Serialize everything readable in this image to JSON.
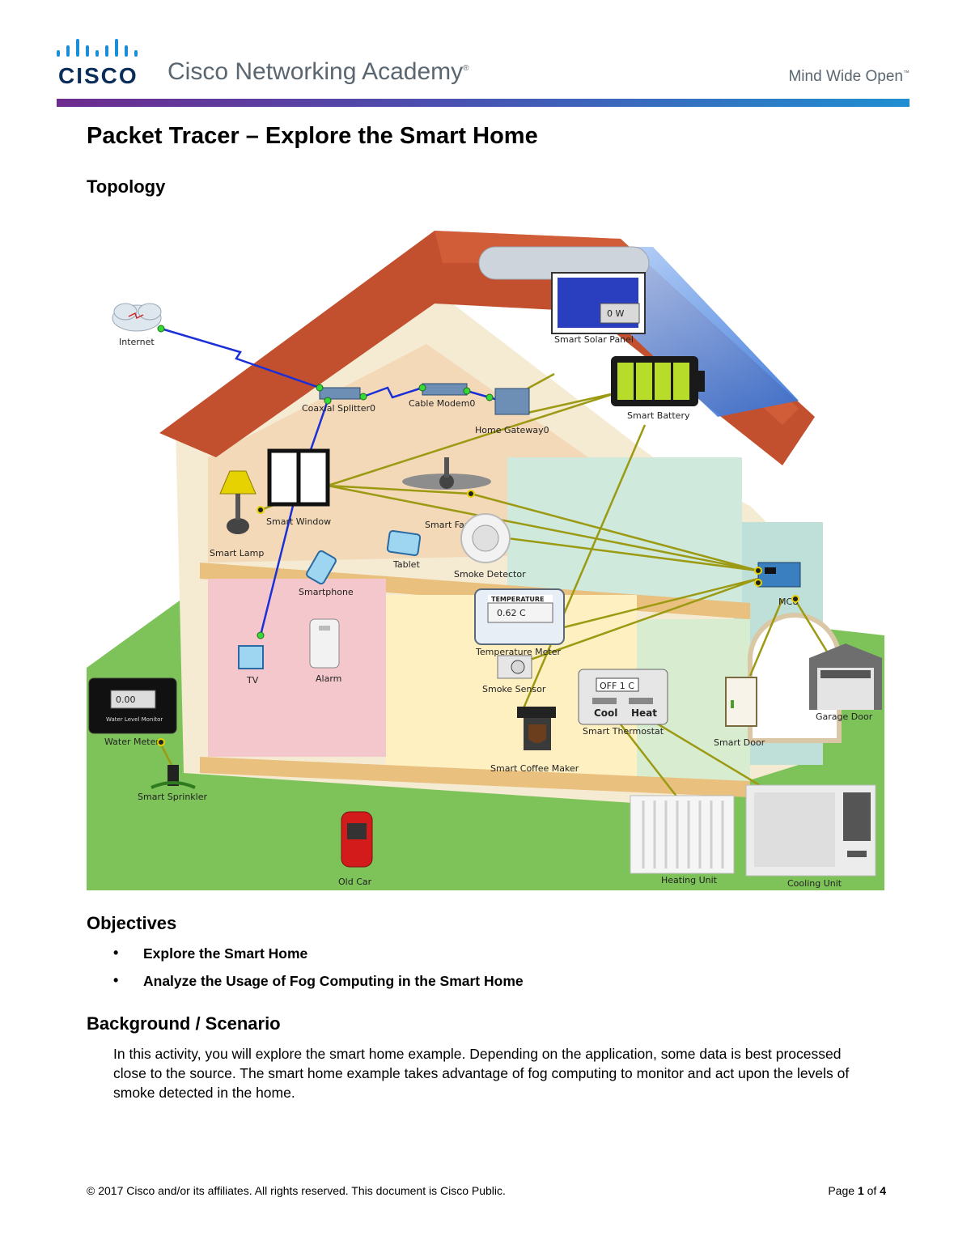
{
  "header": {
    "cisco_wordmark": "CISCO",
    "academy": "Cisco Networking Academy",
    "academy_mark": "®",
    "tagline": "Mind Wide Open",
    "tagline_mark": "™"
  },
  "title": "Packet Tracer – Explore the Smart Home",
  "topology": {
    "heading": "Topology",
    "labels": {
      "internet": "Internet",
      "coaxial_splitter": "Coaxial Splitter0",
      "cable_modem": "Cable Modem0",
      "home_gateway": "Home Gateway0",
      "solar_panel": "Smart Solar Panel",
      "solar_readout": "0 W",
      "smart_battery": "Smart Battery",
      "smart_window": "Smart Window",
      "smart_lamp": "Smart Lamp",
      "smart_fan": "Smart Fan",
      "tablet": "Tablet",
      "smoke_detector": "Smoke Detector",
      "smartphone": "Smartphone",
      "mcu": "MCU",
      "temperature_meter": "Temperature Meter",
      "temp_title": "TEMPERATURE",
      "temp_readout": "0.62 C",
      "smoke_sensor": "Smoke Sensor",
      "tv": "TV",
      "alarm": "Alarm",
      "water_meter": "Water Meter",
      "water_readout": "0.00",
      "water_panel": "Water Level Monitor",
      "smart_sprinkler": "Smart Sprinkler",
      "thermostat": "Smart Thermostat",
      "thermo_readout": "OFF  1 C",
      "thermo_cool": "Cool",
      "thermo_heat": "Heat",
      "coffee_maker": "Smart Coffee Maker",
      "smart_door": "Smart Door",
      "garage_door": "Garage Door",
      "old_car": "Old Car",
      "heating_unit": "Heating Unit",
      "cooling_unit": "Cooling Unit"
    }
  },
  "objectives": {
    "heading": "Objectives",
    "items": [
      "Explore the Smart Home",
      "Analyze the Usage of Fog Computing in the Smart Home"
    ]
  },
  "background": {
    "heading": "Background / Scenario",
    "text": "In this activity, you will explore the smart home example. Depending on the application, some data is best processed close to the source. The smart home example takes advantage of fog computing to monitor and act upon the levels of smoke detected in the home."
  },
  "footer": {
    "left": "© 2017 Cisco and/or its affiliates. All rights reserved. This document is Cisco Public.",
    "page_prefix": "Page",
    "page_current": "1",
    "page_of": "of",
    "page_total": "4"
  },
  "colors": {
    "cisco_blue": "#0b2d5a",
    "rule_start": "#6e2b8e",
    "rule_end": "#1f8fd0",
    "link_blue": "#1a2fd6",
    "link_olive": "#9b9a12"
  }
}
